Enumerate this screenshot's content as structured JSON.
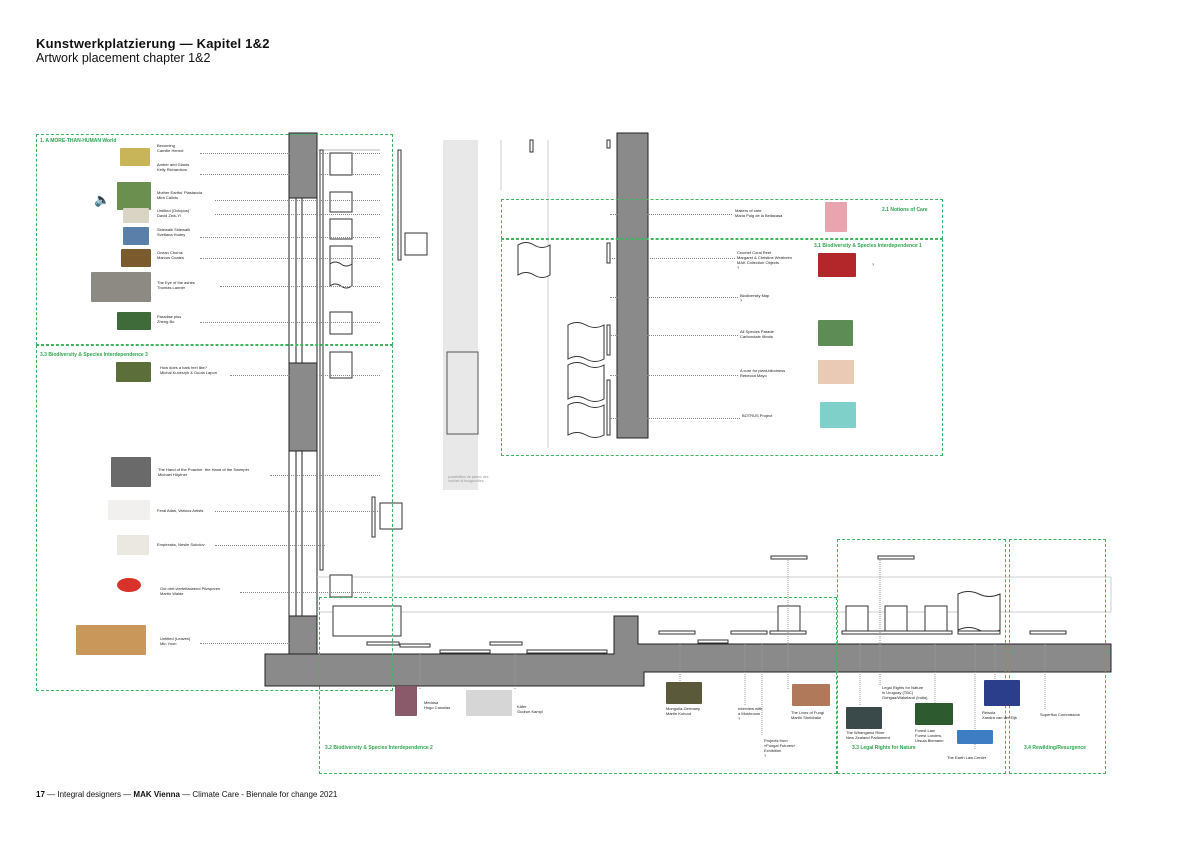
{
  "page": {
    "title": "Kunstwerkplatzierung — Kapitel 1&2",
    "subtitle": "Artwork placement chapter 1&2"
  },
  "footer": {
    "page_num": "17",
    "sep1": " — ",
    "designers": "Integral designers",
    "sep2": " — ",
    "venue": "MAK Vienna",
    "sep3": " — ",
    "event": "Climate Care - Biennale for change 2021"
  },
  "zones": {
    "z1": "1.  A MORE-THAN-HUMAN World",
    "z33": "3.3 Biodiversity & Species Interdependence 3",
    "z21": "2.1  Notions of Care",
    "z31": "3.1 Biodiversity & Species Interdependence 1",
    "z32": "3.2 Biodiversity & Species Interdependence 2",
    "z33b": "3.3 Legal Rights for Nature",
    "z34": "3.4 Rewilding/Resurgence"
  },
  "artworks_left": [
    {
      "title": "Becoming",
      "artist": "Camille Henrot"
    },
    {
      "title": "Amber and Giants",
      "artist": "Kelly Richardson"
    },
    {
      "title": "Mother Earths' Plastaccia",
      "artist": "Mira Calixto"
    },
    {
      "title": "Untitled (Octopus)",
      "artist": "David Zink-Yi"
    },
    {
      "title": "Sidewalk Sidewalk",
      "artist": "Svetlana Hudey"
    },
    {
      "title": "Ocean Chorus",
      "artist": "Marcus Coates"
    },
    {
      "title": "The Eye of the ashes",
      "artist": "Thomas Lanner"
    },
    {
      "title": "Paradise plus",
      "artist": "Zheng Bo"
    }
  ],
  "artworks_left_lower": [
    {
      "title": "How does a bark feel like?",
      "artist": "Michal Kucerzyk & Ouola Lapon"
    },
    {
      "title": "The Hand of the Poacher  the Hand of the Sweeper",
      "artist": "Michael Höpfner"
    },
    {
      "title": "Feral Atlas, Various Artists",
      "artist": ""
    },
    {
      "title": "Empireaks, Neslie Sokolov",
      "artist": ""
    },
    {
      "title": "Gut drei-vierteltausend Pilzsporen",
      "artist": "Martin Walde"
    },
    {
      "title": "Untitled (Leaves)",
      "artist": "Min Yoon"
    }
  ],
  "artworks_right": [
    {
      "title": "Makers of care",
      "artist": "Maria Puig de la Bellacasa"
    },
    {
      "title": "Crochet Coral Reef",
      "artist": "Margaret & Christine Wertheim"
    },
    {
      "title": "MAK Collection Objects",
      "artist": "?"
    },
    {
      "title": "Biodiversity Map",
      "artist": "?"
    },
    {
      "title": "All Species Parade",
      "artist": "Carbondale Illinois"
    },
    {
      "title": "A cure for plant-blindness",
      "artist": "Rebecca Mayo"
    },
    {
      "title": "BOTRUS Project",
      "artist": ""
    }
  ],
  "artworks_bottom": [
    {
      "title": "Medusa",
      "artist": "Hugo Canoilas"
    },
    {
      "title": "Käfer",
      "artist": "Gudrun Kampl"
    },
    {
      "title": "Mongolia-Germany",
      "artist": "Martin Kohout"
    },
    {
      "title": "Interview with",
      "artist": "a Mushroom\n?"
    },
    {
      "title": "The Lives of Fungi",
      "artist": "Martin Sheldrake"
    },
    {
      "title": "Projects from",
      "artist": "»Fungal Futures«\nExhibition\n?"
    },
    {
      "title": "The Whanganui River",
      "artist": "New Zealand Parliament"
    },
    {
      "title": "Legal Rights for Nature",
      "artist": "in Uruguay (TBC)\nGongaa/Wakeland (India)"
    },
    {
      "title": "Forest Law",
      "artist": "Forest Lorders,\nUrsula Biemann"
    },
    {
      "title": "The Earth Law Center",
      "artist": ""
    },
    {
      "title": "Reisola",
      "artist": "Xandra van der Eijk"
    },
    {
      "title": "Superflux Commission",
      "artist": ""
    }
  ],
  "marks": {
    "loop_q": "?",
    "corridor_note": "possibilities de places des\ncrochet di bouganvilles"
  },
  "colors": {
    "accent_green": "#2fa44f",
    "wall_gray": "#8a8a8a",
    "corridor": "#e8e8e8"
  },
  "icons": {
    "speaker": "speaker-icon"
  }
}
